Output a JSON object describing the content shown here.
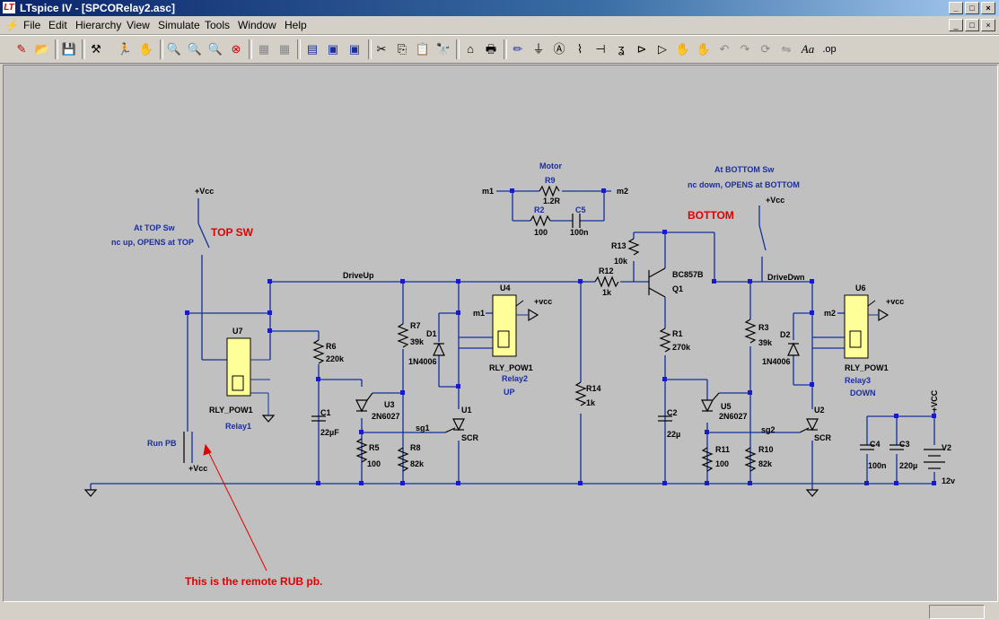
{
  "window": {
    "title": "LTspice IV - [SPCORelay2.asc]",
    "buttons": {
      "minimize": "_",
      "maximize": "□",
      "close": "×"
    }
  },
  "menu": {
    "items": [
      "File",
      "Edit",
      "Hierarchy",
      "View",
      "Simulate",
      "Tools",
      "Window",
      "Help"
    ]
  },
  "toolbar": {
    "icons": [
      "new-schematic",
      "open",
      "save",
      "control-panel",
      "run",
      "halt",
      "zoom-in",
      "pan",
      "zoom-out",
      "zoom-fit",
      "tile-h",
      "tile-v",
      "cascade",
      "window-view",
      "cut",
      "copy",
      "paste",
      "find",
      "ohm",
      "print",
      "print-preview",
      "draw-wire",
      "ground",
      "label-net",
      "resistor",
      "capacitor",
      "inductor",
      "diode",
      "component",
      "move",
      "drag",
      "undo",
      "redo",
      "rotate",
      "mirror",
      "text",
      "spice-directive"
    ],
    "text_aa": "Aa",
    "text_op": ".op"
  },
  "schematic": {
    "labels": {
      "motor": "Motor",
      "r9": "R9",
      "r9v": "1.2R",
      "r2": "R2",
      "r2v": "100",
      "c5": "C5",
      "c5v": "100n",
      "m1a": "m1",
      "m2a": "m2",
      "top_note1": "At TOP Sw",
      "top_note2": "nc up, OPENS at TOP",
      "top_sw": "TOP SW",
      "vcc_top": "+Vcc",
      "bottom_note1": "At BOTTOM Sw",
      "bottom_note2": "nc down, OPENS at BOTTOM",
      "bottom": "BOTTOM",
      "vcc_bot": "+Vcc",
      "driveup": "DriveUp",
      "drivedwn": "DriveDwn",
      "u7": "U7",
      "rly_pow1_a": "RLY_POW1",
      "relay1": "Relay1",
      "r6": "R6",
      "r6v": "220k",
      "c1": "C1",
      "c1v": "22µF",
      "u3": "U3",
      "u3v": "2N6027",
      "r5": "R5",
      "r5v": "100",
      "r7": "R7",
      "r7v": "39k",
      "r8": "R8",
      "r8v": "82k",
      "d1": "D1",
      "d1v": "1N4006",
      "sg1": "sg1",
      "u1": "U1",
      "u1v": "SCR",
      "u4": "U4",
      "m1b": "m1",
      "vcc_u4": "+vcc",
      "rly_pow1_b": "RLY_POW1",
      "relay2": "Relay2",
      "up": "UP",
      "r12": "R12",
      "r12v": "1k",
      "r14": "R14",
      "r14v": "1k",
      "r13": "R13",
      "r13v": "10k",
      "q1": "Q1",
      "q1v": "BC857B",
      "r1": "R1",
      "r1v": "270k",
      "c2": "C2",
      "c2v": "22µ",
      "u5": "U5",
      "u5v": "2N6027",
      "r11": "R11",
      "r11v": "100",
      "r3": "R3",
      "r3v": "39k",
      "r10": "R10",
      "r10v": "82k",
      "d2": "D2",
      "d2v": "1N4006",
      "sg2": "sg2",
      "u2": "U2",
      "u2v": "SCR",
      "u6": "U6",
      "m2b": "m2",
      "vcc_u6": "+vcc",
      "rly_pow1_c": "RLY_POW1",
      "relay3": "Relay3",
      "down": "DOWN",
      "c4": "C4",
      "c4v": "100n",
      "c3": "C3",
      "c3v": "220µ",
      "v2": "V2",
      "v2v": "12v",
      "vcc_v2": "+VCC",
      "run_pb": "Run PB",
      "vcc_pb": "+Vcc",
      "remote_note": "This is the remote RUB pb."
    }
  },
  "colors": {
    "wire": "#1030a0",
    "node": "#1a1acc",
    "part": "#000000",
    "label": "#1a2ea0",
    "warn": "#e00000"
  }
}
